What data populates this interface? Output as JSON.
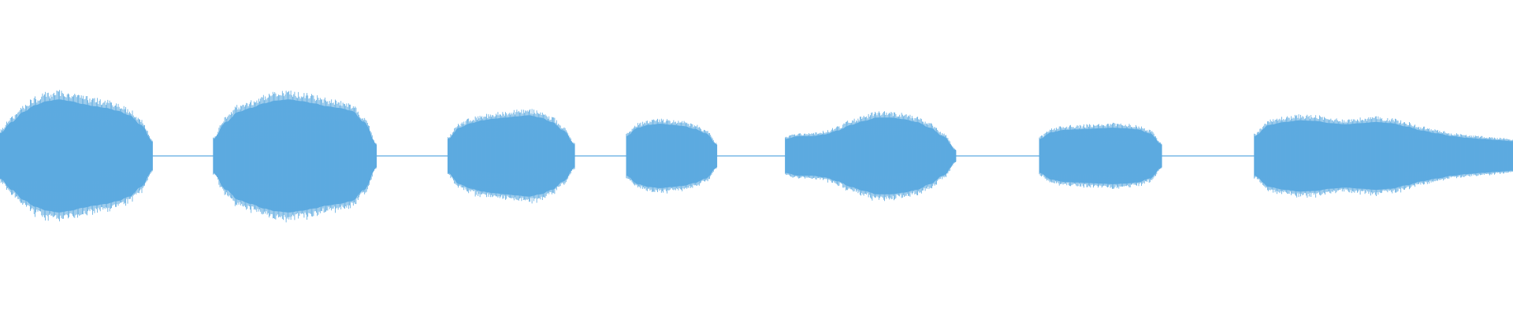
{
  "waveform": {
    "color": "#5DAAE0",
    "baseline_color": "#5DAAE0",
    "segments": [
      {
        "name": "sound-segment-1",
        "start": 0.0,
        "end": 0.101,
        "profile": [
          0.4,
          0.6,
          0.78,
          0.9,
          0.97,
          1.0,
          0.97,
          0.92,
          0.88,
          0.85,
          0.8,
          0.72,
          0.55,
          0.25
        ]
      },
      {
        "name": "sound-segment-2",
        "start": 0.141,
        "end": 0.249,
        "profile": [
          0.3,
          0.6,
          0.78,
          0.85,
          0.93,
          0.98,
          1.0,
          0.97,
          0.93,
          0.88,
          0.85,
          0.8,
          0.6,
          0.2
        ]
      },
      {
        "name": "sound-segment-3",
        "start": 0.296,
        "end": 0.38,
        "profile": [
          0.3,
          0.5,
          0.58,
          0.63,
          0.66,
          0.68,
          0.7,
          0.72,
          0.68,
          0.6,
          0.45,
          0.2
        ]
      },
      {
        "name": "sound-segment-4",
        "start": 0.414,
        "end": 0.474,
        "profile": [
          0.35,
          0.5,
          0.55,
          0.57,
          0.55,
          0.53,
          0.48,
          0.4,
          0.2
        ]
      },
      {
        "name": "sound-segment-5",
        "start": 0.519,
        "end": 0.632,
        "profile": [
          0.3,
          0.35,
          0.35,
          0.38,
          0.45,
          0.55,
          0.62,
          0.68,
          0.68,
          0.65,
          0.6,
          0.5,
          0.35,
          0.1
        ]
      },
      {
        "name": "sound-segment-6",
        "start": 0.687,
        "end": 0.768,
        "profile": [
          0.3,
          0.42,
          0.46,
          0.47,
          0.48,
          0.49,
          0.5,
          0.49,
          0.47,
          0.4,
          0.2
        ]
      },
      {
        "name": "sound-segment-7",
        "start": 0.829,
        "end": 1.0,
        "profile": [
          0.35,
          0.55,
          0.6,
          0.63,
          0.62,
          0.58,
          0.56,
          0.58,
          0.6,
          0.58,
          0.52,
          0.45,
          0.4,
          0.35,
          0.32,
          0.3,
          0.28,
          0.26
        ]
      }
    ]
  }
}
